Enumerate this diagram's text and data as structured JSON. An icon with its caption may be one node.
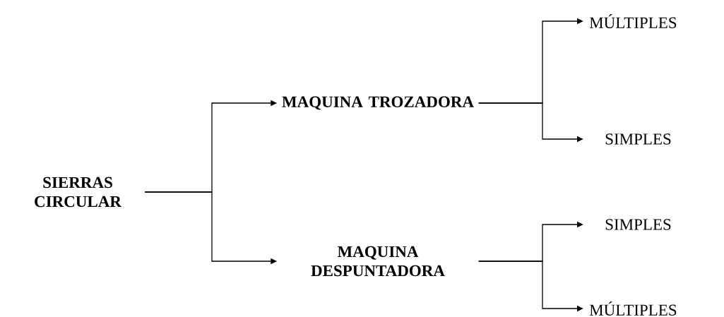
{
  "diagram": {
    "nodes": [
      {
        "text": [
          "SIERRAS CIRCULAR"
        ]
      },
      {
        "text": [
          "MAQUINA TROZADORA"
        ]
      },
      {
        "text": [
          "MÚLTIPLES"
        ]
      },
      {
        "text": [
          "SIMPLES"
        ]
      },
      {
        "text": [
          "MAQUINA DESPUNTADORA"
        ]
      },
      {
        "text": [
          "SIMPLES"
        ]
      },
      {
        "text": [
          "MÚLTIPLES"
        ]
      }
    ],
    "edges": [
      {
        "from": 0,
        "to": 1,
        "arrow": "to"
      },
      {
        "from": 0,
        "to": 4,
        "arrow": "to"
      },
      {
        "from": 1,
        "to": 2,
        "arrow": "to"
      },
      {
        "from": 1,
        "to": 3,
        "arrow": "to"
      },
      {
        "from": 4,
        "to": 5,
        "arrow": "to"
      },
      {
        "from": 4,
        "to": 6,
        "arrow": "to"
      }
    ]
  }
}
